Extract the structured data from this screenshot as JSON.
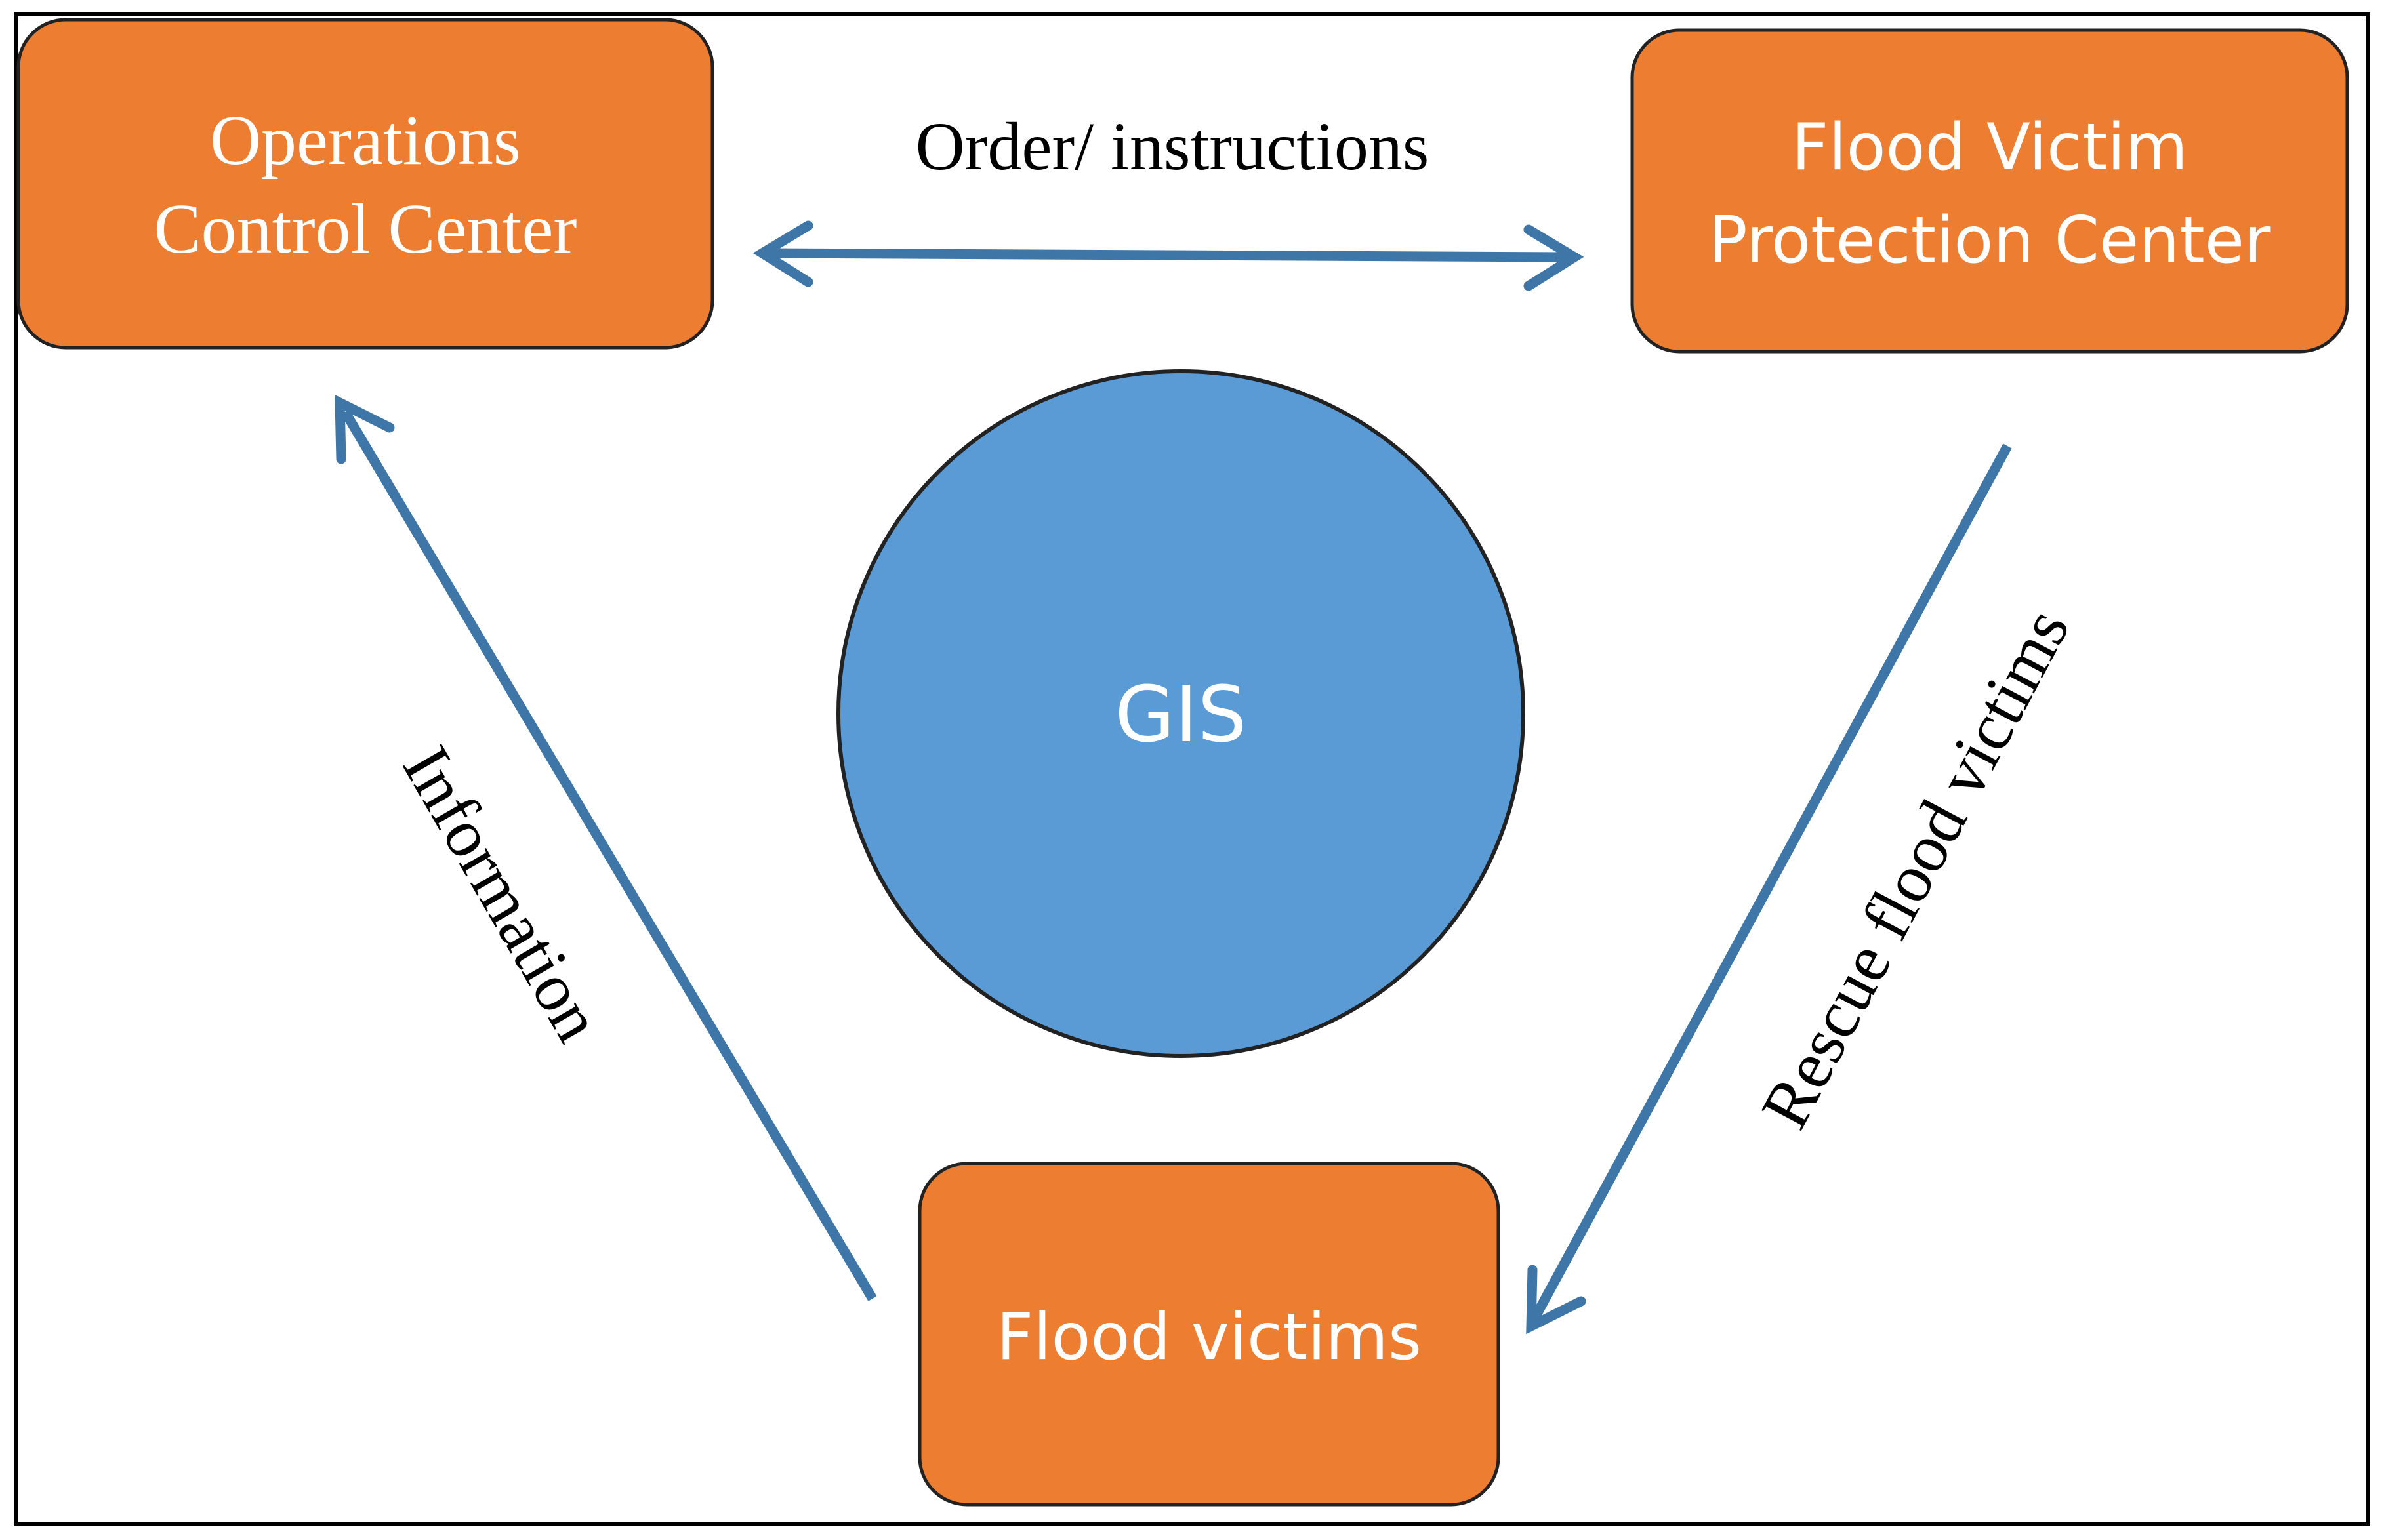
{
  "colors": {
    "box_fill": "#ED7D31",
    "hub_fill": "#5B9BD5",
    "arrow": "#3F76A8",
    "frame": "#000000"
  },
  "nodes": {
    "operations_control_center": {
      "lines": [
        "Operations",
        "Control Center"
      ]
    },
    "flood_victim_protection_center": {
      "lines": [
        "Flood Victim",
        "Protection Center"
      ]
    },
    "flood_victims": {
      "lines": [
        "Flood victims"
      ]
    },
    "gis": {
      "label": "GIS"
    }
  },
  "edges": {
    "order_instructions": {
      "label": "Order/ instructions",
      "from": "operations_control_center",
      "to": "flood_victim_protection_center",
      "bidirectional": true
    },
    "rescue_flood_victims": {
      "label": "Rescue flood victims",
      "from": "flood_victim_protection_center",
      "to": "flood_victims"
    },
    "information": {
      "label": "Information",
      "from": "flood_victims",
      "to": "operations_control_center"
    }
  }
}
